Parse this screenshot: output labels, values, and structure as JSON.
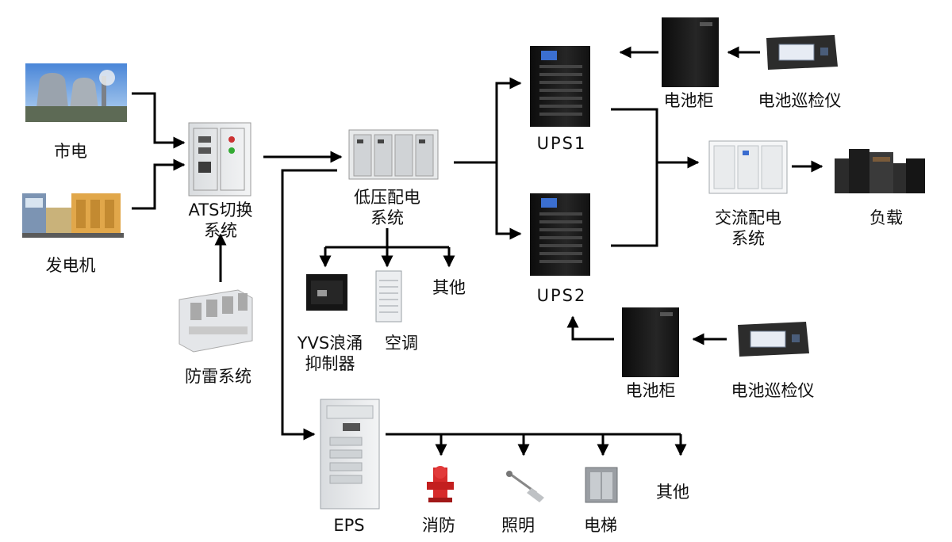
{
  "nodes": {
    "mains": "市电",
    "generator": "发电机",
    "ats": [
      "ATS切换",
      "系统"
    ],
    "surge": "防雷系统",
    "lv": [
      "低压配电",
      "系统"
    ],
    "yvs": [
      "YVS浪涌",
      "抑制器"
    ],
    "ac": "空调",
    "other_lv": "其他",
    "ups1": "UPS1",
    "ups2": "UPS2",
    "battery1": "电池柜",
    "monitor1": "电池巡检仪",
    "battery2": "电池柜",
    "monitor2": "电池巡检仪",
    "acdist": [
      "交流配电",
      "系统"
    ],
    "load": "负载",
    "eps": "EPS",
    "fire": "消防",
    "lighting": "照明",
    "elevator": "电梯",
    "other_eps": "其他"
  }
}
